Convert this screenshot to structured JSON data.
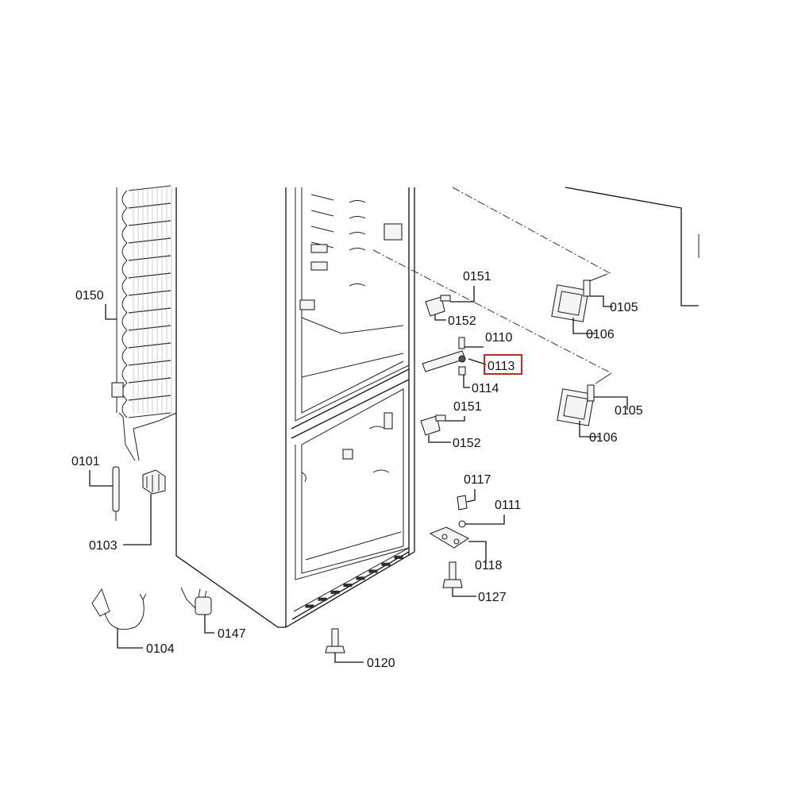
{
  "diagram": {
    "parts": [
      {
        "key": "p0150",
        "label": "0150"
      },
      {
        "key": "p0101",
        "label": "0101"
      },
      {
        "key": "p0103",
        "label": "0103"
      },
      {
        "key": "p0104",
        "label": "0104"
      },
      {
        "key": "p0147",
        "label": "0147"
      },
      {
        "key": "p0120",
        "label": "0120"
      },
      {
        "key": "p0151a",
        "label": "0151"
      },
      {
        "key": "p0152a",
        "label": "0152"
      },
      {
        "key": "p0110",
        "label": "0110"
      },
      {
        "key": "p0113",
        "label": "0113",
        "highlighted": true
      },
      {
        "key": "p0114",
        "label": "0114"
      },
      {
        "key": "p0151b",
        "label": "0151"
      },
      {
        "key": "p0152b",
        "label": "0152"
      },
      {
        "key": "p0117",
        "label": "0117"
      },
      {
        "key": "p0111",
        "label": "0111"
      },
      {
        "key": "p0118",
        "label": "0118"
      },
      {
        "key": "p0127",
        "label": "0127"
      },
      {
        "key": "p0105a",
        "label": "0105"
      },
      {
        "key": "p0106a",
        "label": "0106"
      },
      {
        "key": "p0105b",
        "label": "0105"
      },
      {
        "key": "p0106b",
        "label": "0106"
      }
    ],
    "highlight_color": "#d42020"
  }
}
